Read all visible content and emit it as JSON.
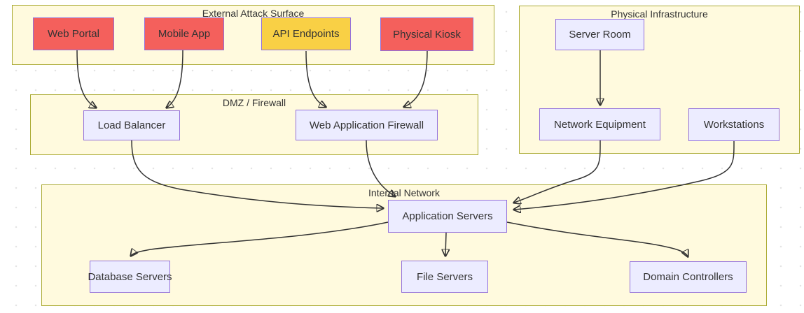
{
  "diagram": {
    "type": "flowchart",
    "description": "Attack surface / network zones diagram"
  },
  "groups": [
    {
      "id": "external",
      "title": "External Attack Surface"
    },
    {
      "id": "physical",
      "title": "Physical Infrastructure"
    },
    {
      "id": "dmz",
      "title": "DMZ / Firewall"
    },
    {
      "id": "internal",
      "title": "Internal Network"
    }
  ],
  "nodes": [
    {
      "id": "web_portal",
      "label": "Web Portal",
      "group": "external",
      "style": "red"
    },
    {
      "id": "mobile_app",
      "label": "Mobile App",
      "group": "external",
      "style": "red"
    },
    {
      "id": "api_endpoints",
      "label": "API Endpoints",
      "group": "external",
      "style": "yellow"
    },
    {
      "id": "physical_kiosk",
      "label": "Physical Kiosk",
      "group": "external",
      "style": "red"
    },
    {
      "id": "server_room",
      "label": "Server Room",
      "group": "physical",
      "style": "lavender"
    },
    {
      "id": "load_balancer",
      "label": "Load Balancer",
      "group": "dmz",
      "style": "lavender"
    },
    {
      "id": "web_app_firewall",
      "label": "Web Application Firewall",
      "group": "dmz",
      "style": "lavender"
    },
    {
      "id": "network_equipment",
      "label": "Network Equipment",
      "group": "physical",
      "style": "lavender"
    },
    {
      "id": "workstations",
      "label": "Workstations",
      "group": "physical",
      "style": "lavender"
    },
    {
      "id": "application_servers",
      "label": "Application Servers",
      "group": "internal",
      "style": "lavender"
    },
    {
      "id": "database_servers",
      "label": "Database Servers",
      "group": "internal",
      "style": "lavender"
    },
    {
      "id": "file_servers",
      "label": "File Servers",
      "group": "internal",
      "style": "lavender"
    },
    {
      "id": "domain_controllers",
      "label": "Domain Controllers",
      "group": "internal",
      "style": "lavender"
    }
  ],
  "edges": [
    {
      "from": "web_portal",
      "to": "load_balancer"
    },
    {
      "from": "mobile_app",
      "to": "load_balancer"
    },
    {
      "from": "api_endpoints",
      "to": "web_app_firewall"
    },
    {
      "from": "physical_kiosk",
      "to": "web_app_firewall"
    },
    {
      "from": "server_room",
      "to": "network_equipment"
    },
    {
      "from": "load_balancer",
      "to": "application_servers"
    },
    {
      "from": "web_app_firewall",
      "to": "application_servers"
    },
    {
      "from": "network_equipment",
      "to": "application_servers"
    },
    {
      "from": "workstations",
      "to": "application_servers"
    },
    {
      "from": "application_servers",
      "to": "database_servers"
    },
    {
      "from": "application_servers",
      "to": "file_servers"
    },
    {
      "from": "application_servers",
      "to": "domain_controllers"
    }
  ],
  "colors": {
    "group_fill": "#FFFADE",
    "group_border": "#AAAA33",
    "node_border": "#9370DB",
    "node_fill_default": "#ECECFF",
    "node_fill_threat": "#F4605C",
    "node_fill_warning": "#F9D045",
    "edge_stroke": "#333333",
    "text": "#333333"
  }
}
